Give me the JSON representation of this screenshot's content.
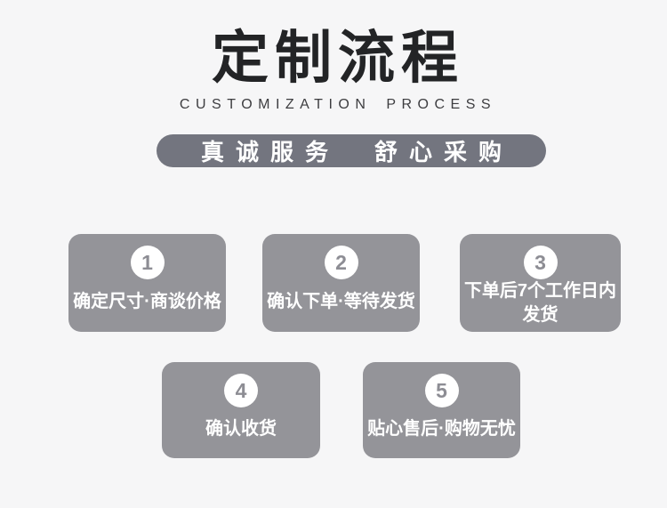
{
  "header": {
    "title": "定制流程",
    "subtitle": "CUSTOMIZATION PROCESS",
    "banner": "真诚服务　舒心采购"
  },
  "steps": [
    {
      "number": "1",
      "label": "确定尺寸·商谈价格"
    },
    {
      "number": "2",
      "label": "确认下单·等待发货"
    },
    {
      "number": "3",
      "label": "下单后7个工作日内\n发货"
    },
    {
      "number": "4",
      "label": "确认收货"
    },
    {
      "number": "5",
      "label": "贴心售后·购物无忧"
    }
  ],
  "colors": {
    "page_background": "#f6f6f7",
    "title_text": "#232426",
    "subtitle_text": "#3d3d40",
    "banner_background": "#73757f",
    "banner_text": "#ffffff",
    "step_background": "#949499",
    "step_text": "#ffffff",
    "step_number": "#8d8d94",
    "circle_background": "#ffffff"
  }
}
